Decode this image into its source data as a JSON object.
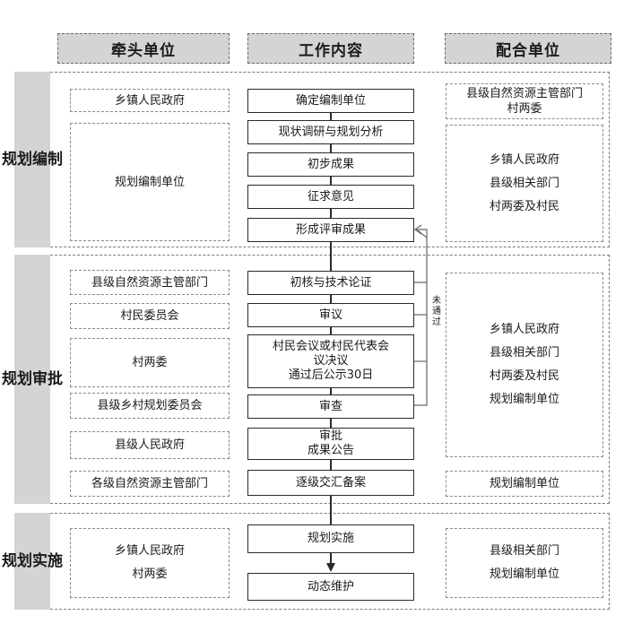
{
  "headers": {
    "lead": "牵头单位",
    "work": "工作内容",
    "coop": "配合单位"
  },
  "phases": {
    "compile": [
      "规",
      "划",
      "编",
      "制"
    ],
    "review": [
      "规",
      "划",
      "审",
      "批"
    ],
    "implement": [
      "规",
      "划",
      "实",
      "施"
    ]
  },
  "lead_units": {
    "township_gov": "乡镇人民政府",
    "planning_unit": "规划编制单位",
    "county_nr_dept": "县级自然资源主管部门",
    "villagers_committee": "村民委员会",
    "village_two_committees": "村两委",
    "county_rural_planning_committee": "县级乡村规划委员会",
    "county_gov": "县级人民政府",
    "all_levels_nr_dept": "各级自然资源主管部门",
    "implement": [
      "乡镇人民政府",
      "村两委"
    ]
  },
  "steps": {
    "determine_unit": [
      "确定编制单位"
    ],
    "survey": [
      "现状调研与规划分析"
    ],
    "preliminary": [
      "初步成果"
    ],
    "solicit": [
      "征求意见"
    ],
    "evaluation": [
      "形成评审成果"
    ],
    "tech_review": [
      "初核与技术论证"
    ],
    "deliberation": [
      "审议"
    ],
    "village_meeting": [
      "村民会议或村民代表会",
      "议决议",
      "通过后公示30日"
    ],
    "examination": [
      "审查"
    ],
    "approval": [
      "审批",
      "成果公告"
    ],
    "filing": [
      "逐级交汇备案"
    ],
    "implementation": [
      "规划实施"
    ],
    "maintenance": [
      "动态维护"
    ]
  },
  "coop_units": {
    "compile_top": [
      "县级自然资源主管部门",
      "村两委"
    ],
    "compile_main": [
      "乡镇人民政府",
      "县级相关部门",
      "村两委及村民"
    ],
    "review_main": [
      "乡镇人民政府",
      "县级相关部门",
      "村两委及村民",
      "规划编制单位"
    ],
    "review_bottom": [
      "规划编制单位"
    ],
    "implement": [
      "县级相关部门",
      "规划编制单位"
    ]
  },
  "feedback_label": [
    "未",
    "通",
    "过"
  ]
}
